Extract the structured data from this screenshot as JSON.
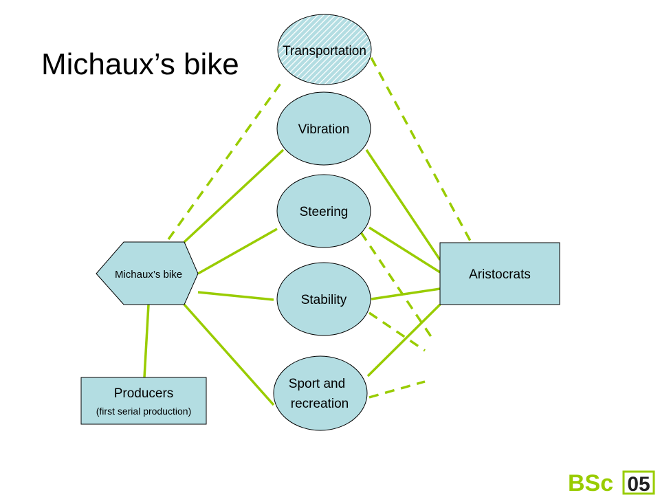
{
  "title": "Michaux’s bike",
  "nodes": {
    "transportation": {
      "label": "Transportation"
    },
    "vibration": {
      "label": "Vibration"
    },
    "steering": {
      "label": "Steering"
    },
    "stability": {
      "label": "Stability"
    },
    "sport": {
      "line1": "Sport and",
      "line2": "recreation"
    },
    "bike": {
      "label": "Michaux’s bike"
    },
    "aristocrats": {
      "label": "Aristocrats"
    },
    "producers": {
      "line1": "Producers",
      "line2": "(first serial production)"
    }
  },
  "logo": {
    "left": "BSc",
    "right": "05"
  },
  "colors": {
    "node_fill": "#B3DDE2",
    "edge": "#99CC00",
    "logo_green": "#99CC00",
    "logo_dark": "#222222"
  }
}
